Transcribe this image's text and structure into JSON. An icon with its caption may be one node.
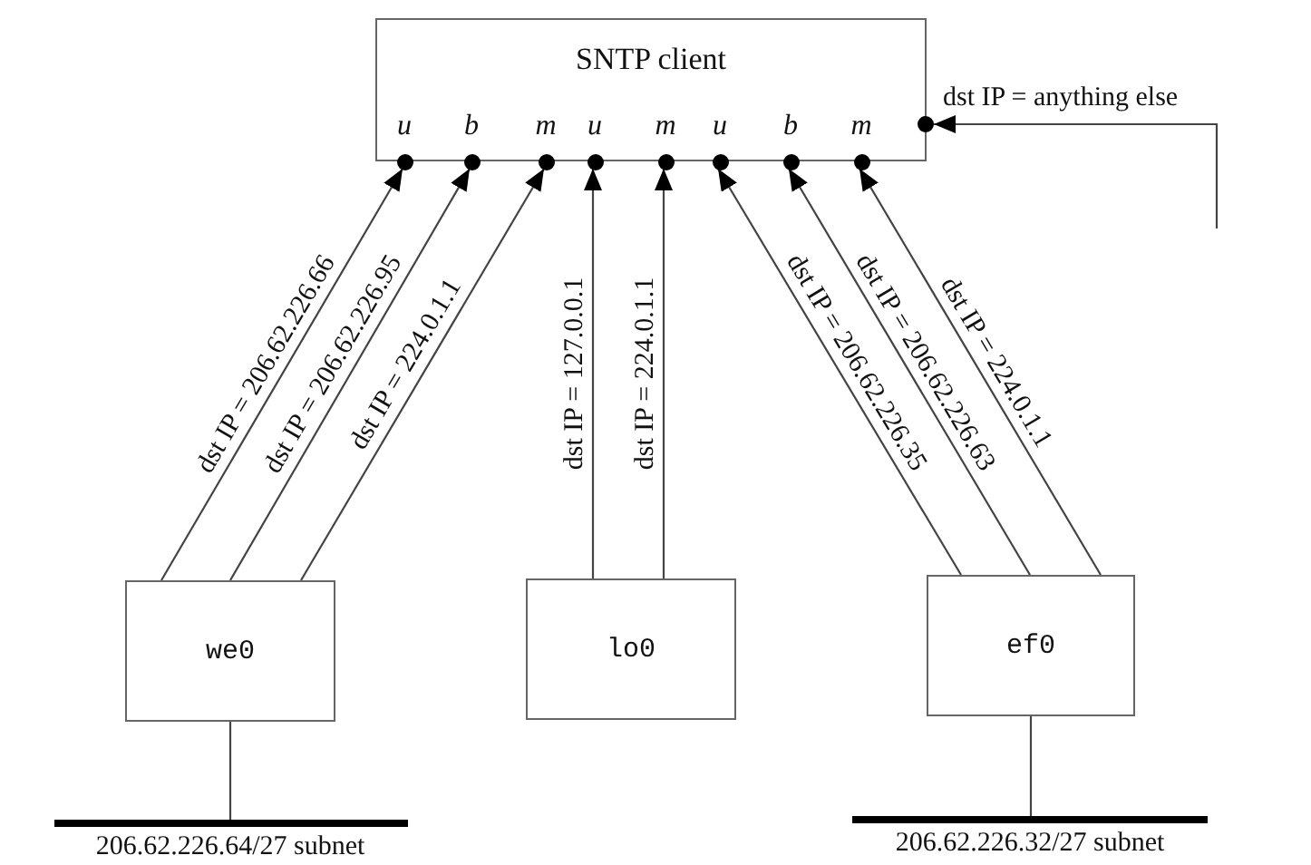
{
  "diagram": {
    "nodes": [
      {
        "text": [
          "SNTP client"
        ]
      },
      {
        "text": [
          "u"
        ],
        "in": 0
      },
      {
        "text": [
          "b"
        ],
        "in": 0
      },
      {
        "text": [
          "m"
        ],
        "in": 0
      },
      {
        "text": [
          "u"
        ],
        "in": 0
      },
      {
        "text": [
          "m"
        ],
        "in": 0
      },
      {
        "text": [
          "u"
        ],
        "in": 0
      },
      {
        "text": [
          "b"
        ],
        "in": 0
      },
      {
        "text": [
          "m"
        ],
        "in": 0
      },
      {
        "text": [],
        "shape": "circle"
      },
      {
        "text": [
          "we0"
        ]
      },
      {
        "text": [
          "lo0"
        ]
      },
      {
        "text": [
          "ef0"
        ]
      },
      {
        "text": [
          "206.62.226.64/27 subnet"
        ]
      },
      {
        "text": [
          "206.62.226.32/27 subnet"
        ]
      }
    ],
    "edges": [
      {
        "from": 10,
        "to": 1,
        "arrow": "to",
        "label": "dst IP = 206.62.226.66"
      },
      {
        "from": 10,
        "to": 2,
        "arrow": "to",
        "label": "dst IP = 206.62.226.95"
      },
      {
        "from": 10,
        "to": 3,
        "arrow": "to",
        "label": "dst IP = 224.0.1.1"
      },
      {
        "from": 11,
        "to": 4,
        "arrow": "to",
        "label": "dst IP = 127.0.0.1"
      },
      {
        "from": 11,
        "to": 5,
        "arrow": "to",
        "label": "dst IP = 224.0.1.1"
      },
      {
        "from": 12,
        "to": 6,
        "arrow": "to",
        "label": "dst IP = 206.62.226.35"
      },
      {
        "from": 12,
        "to": 7,
        "arrow": "to",
        "label": "dst IP = 206.62.226.63"
      },
      {
        "from": 12,
        "to": 8,
        "arrow": "to",
        "label": "dst IP = 224.0.1.1"
      },
      {
        "from": 10,
        "to": 13,
        "arrow": "none"
      },
      {
        "from": 12,
        "to": 14,
        "arrow": "none"
      },
      {
        "from": null,
        "to": 9,
        "arrow": "to",
        "label": "dst IP = anything else"
      }
    ]
  }
}
